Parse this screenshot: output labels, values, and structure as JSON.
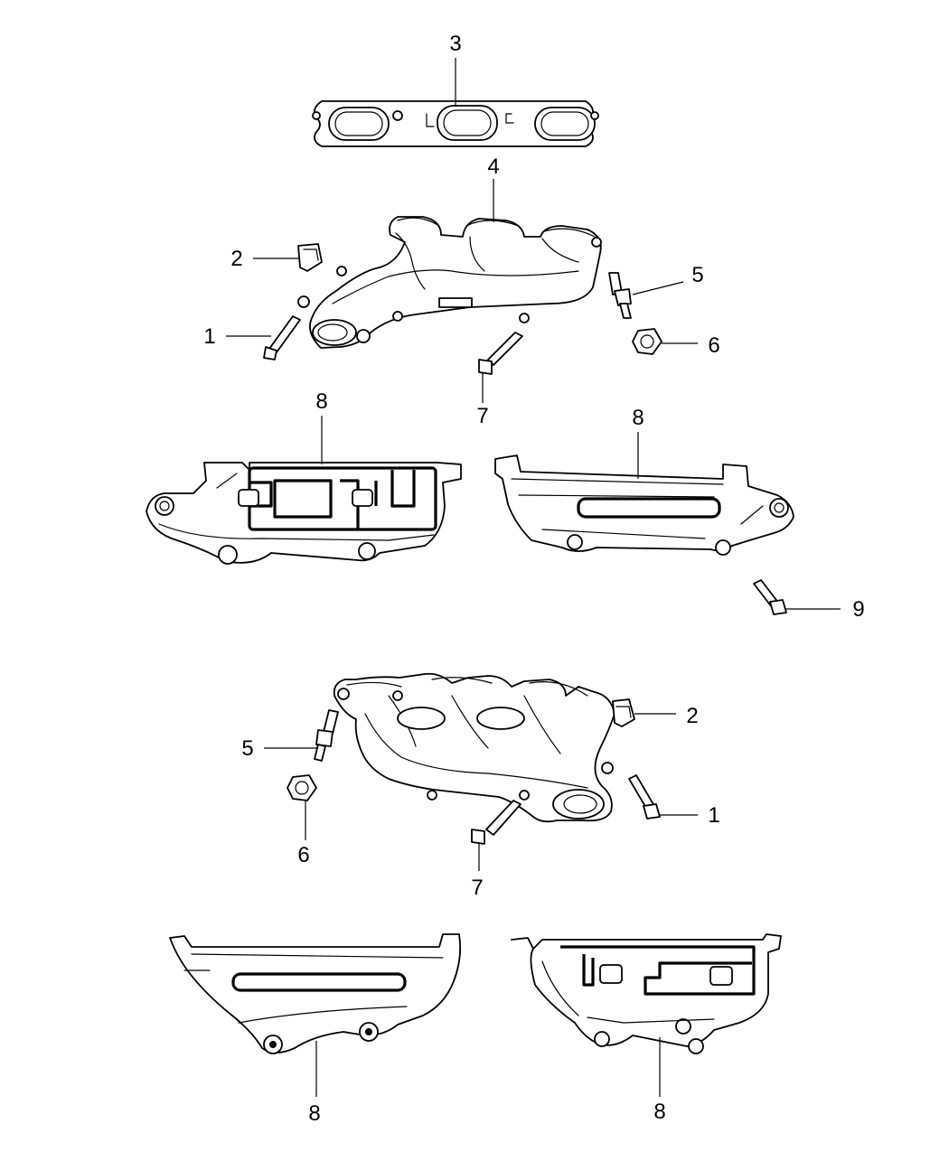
{
  "callouts": [
    {
      "id": "c3",
      "text": "3"
    },
    {
      "id": "c4",
      "text": "4"
    },
    {
      "id": "c2a",
      "text": "2"
    },
    {
      "id": "c5a",
      "text": "5"
    },
    {
      "id": "c1a",
      "text": "1"
    },
    {
      "id": "c6a",
      "text": "6"
    },
    {
      "id": "c7a",
      "text": "7"
    },
    {
      "id": "c8a",
      "text": "8"
    },
    {
      "id": "c8b",
      "text": "8"
    },
    {
      "id": "c9",
      "text": "9"
    },
    {
      "id": "c2b",
      "text": "2"
    },
    {
      "id": "c5b",
      "text": "5"
    },
    {
      "id": "c1b",
      "text": "1"
    },
    {
      "id": "c6b",
      "text": "6"
    },
    {
      "id": "c7b",
      "text": "7"
    },
    {
      "id": "c8c",
      "text": "8"
    },
    {
      "id": "c8d",
      "text": "8"
    }
  ]
}
